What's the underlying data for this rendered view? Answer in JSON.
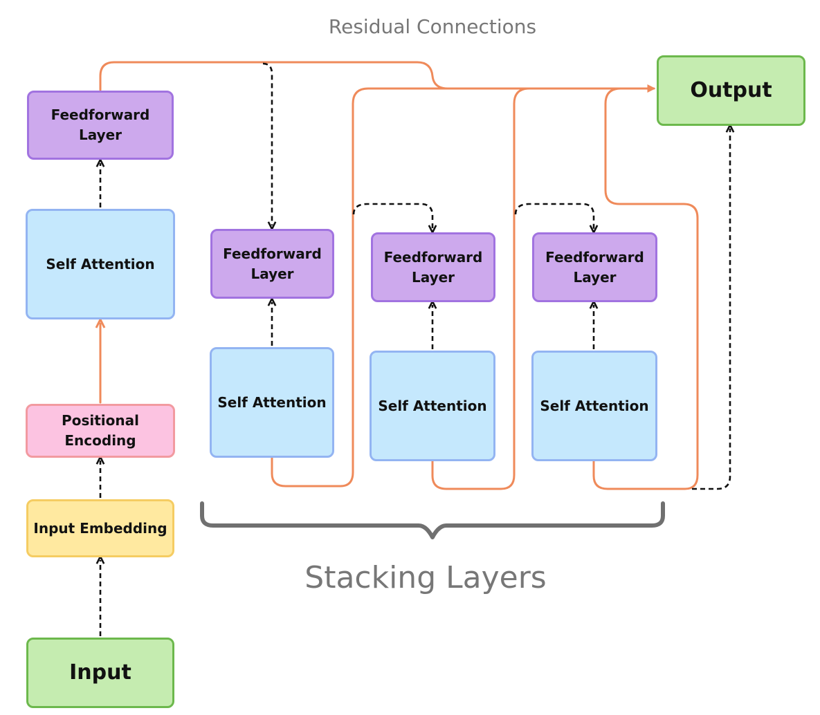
{
  "title_top": "Residual Connections",
  "caption_bottom": "Stacking Layers",
  "colors": {
    "residual": "#ef8a5a",
    "flow": "#111111",
    "brace": "#707070"
  },
  "input_stack": {
    "input": "Input",
    "embedding": "Input Embedding",
    "positional": "Positional Encoding",
    "attention": "Self Attention",
    "feedforward": "Feedforward Layer"
  },
  "stacked_layers": [
    {
      "feedforward": "Feedforward Layer",
      "attention": "Self Attention"
    },
    {
      "feedforward": "Feedforward Layer",
      "attention": "Self Attention"
    },
    {
      "feedforward": "Feedforward Layer",
      "attention": "Self Attention"
    }
  ],
  "output": "Output"
}
